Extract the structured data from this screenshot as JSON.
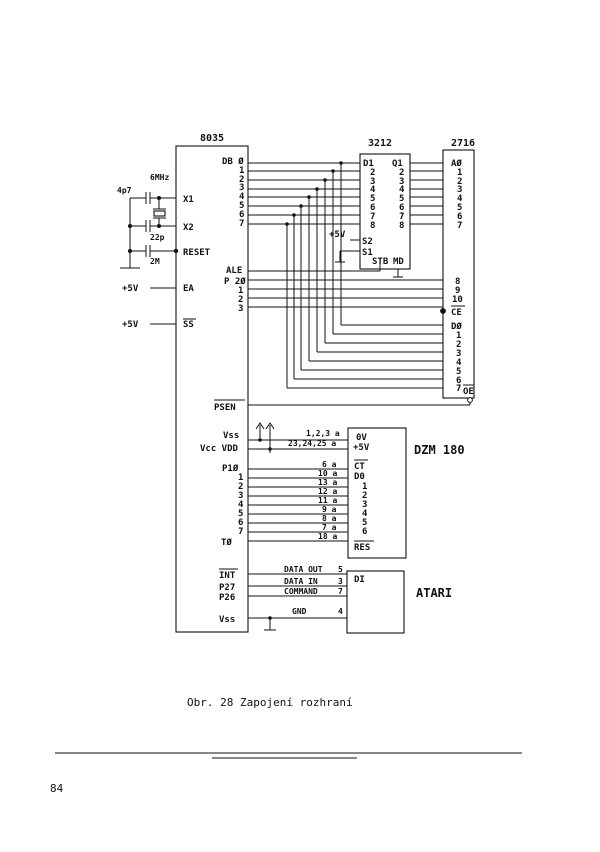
{
  "chips": {
    "cpu": "8035",
    "latch": "3212",
    "eprom": "2716",
    "dzm": "DZM 180",
    "atari": "ATARI"
  },
  "cpu_pins": {
    "db": [
      "DB Ø",
      "1",
      "2",
      "3",
      "4",
      "5",
      "6",
      "7"
    ],
    "x1": "X1",
    "x2": "X2",
    "reset": "RESET",
    "ea": "EA",
    "ss": "SS",
    "ale": "ALE",
    "p2": [
      "P 2Ø",
      "1",
      "2",
      "3"
    ],
    "psen": "PSEN",
    "vss": "Vss",
    "vcc_vdd": "Vcc VDD",
    "p1": [
      "P1Ø",
      "1",
      "2",
      "3",
      "4",
      "5",
      "6",
      "7"
    ],
    "t0": "TØ",
    "int": "INT",
    "p27": "P27",
    "p26": "P26",
    "vss2": "Vss"
  },
  "components": {
    "c1": "4p7",
    "xtal": "6MHz",
    "c2": "22p",
    "c3": "2M",
    "v5a": "+5V",
    "v5b": "+5V",
    "v5c": "+5V"
  },
  "latch_pins": {
    "d": [
      "D1",
      "2",
      "3",
      "4",
      "5",
      "6",
      "7",
      "8"
    ],
    "q": [
      "Q1",
      "2",
      "3",
      "4",
      "5",
      "6",
      "7",
      "8"
    ],
    "s2": "S2",
    "s1": "S1",
    "stb": "STB",
    "md": "MD"
  },
  "eprom_pins": {
    "a": [
      "AØ",
      "1",
      "2",
      "3",
      "4",
      "5",
      "6",
      "7"
    ],
    "a_hi": [
      "8",
      "9",
      "10"
    ],
    "ce": "CE",
    "d": [
      "DØ",
      "1",
      "2",
      "3",
      "4",
      "5",
      "6",
      "7"
    ],
    "oe": "OE"
  },
  "dzm_pins": {
    "left": [
      "1,2,3 a",
      "23,24,25 a",
      "6 a",
      "10 a",
      "13 a",
      "12 a",
      "11 a",
      "9 a",
      "8 a",
      "7 a",
      "18 a"
    ],
    "right": [
      "0V",
      "+5V",
      "CT",
      "D0",
      "1",
      "2",
      "3",
      "4",
      "5",
      "6",
      "RES"
    ]
  },
  "atari_pins": {
    "box": "DI",
    "signals": [
      "DATA OUT",
      "DATA IN",
      "COMMAND",
      "GND"
    ],
    "numbers": [
      "5",
      "3",
      "7",
      "4"
    ]
  },
  "caption": "Obr. 28 Zapojení rozhraní",
  "page_number": "84"
}
